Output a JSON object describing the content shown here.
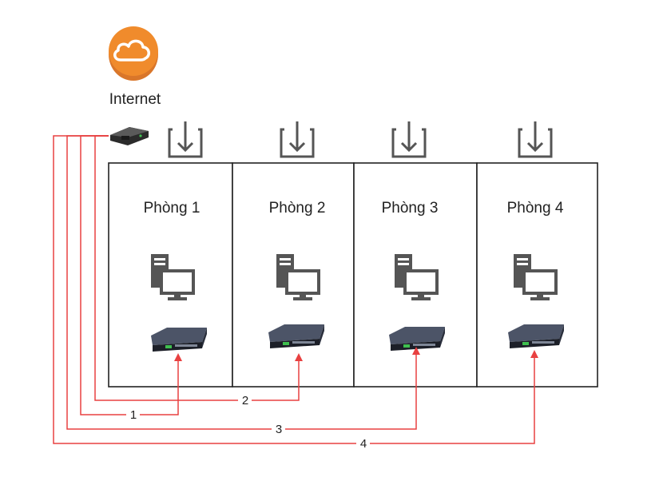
{
  "cloud": {
    "label": "Internet",
    "icon": "cloud-icon",
    "color": "#f08b2c"
  },
  "router": {
    "icon": "router-icon"
  },
  "rooms": [
    {
      "label": "Phòng 1"
    },
    {
      "label": "Phòng 2"
    },
    {
      "label": "Phòng 3"
    },
    {
      "label": "Phòng 4"
    }
  ],
  "links": [
    {
      "label": "1"
    },
    {
      "label": "2"
    },
    {
      "label": "3"
    },
    {
      "label": "4"
    }
  ],
  "colors": {
    "link": "#e84040",
    "border": "#222222",
    "icon": "#555555"
  }
}
